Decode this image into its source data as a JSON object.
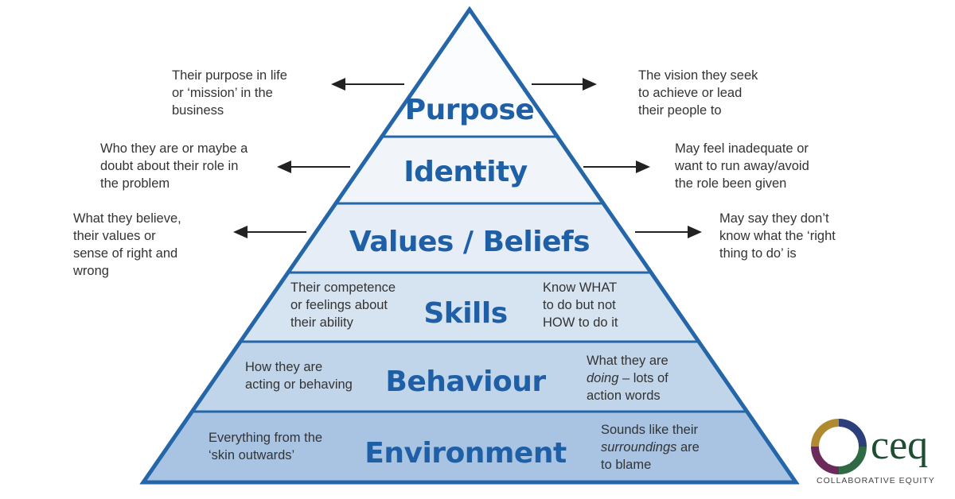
{
  "colors": {
    "border": "#2566a8",
    "label": "#1f5fa6",
    "purpose": "#fbfcfe",
    "identity": "#f1f5fa",
    "values": "#e6edf6",
    "skills": "#d6e3f0",
    "behaviour": "#c1d5ea",
    "environment": "#a8c4e2"
  },
  "levels": [
    {
      "label": "Purpose",
      "left": "Their purpose in life\nor ‘mission’ in the\nbusiness",
      "right": "The vision they seek\nto achieve or lead\ntheir people to"
    },
    {
      "label": "Identity",
      "left": "Who they are or maybe a\ndoubt about their role in\nthe problem",
      "right": "May feel inadequate or\nwant to run away/avoid\nthe role been given"
    },
    {
      "label": "Values / Beliefs",
      "left": "What they believe,\ntheir values or\nsense of right and\nwrong",
      "right": "May say they don’t\nknow what the ‘right\nthing to do’ is"
    },
    {
      "label": "Skills",
      "left": "Their competence\nor feelings about\ntheir ability",
      "right": "Know WHAT\nto do but not\nHOW to do it"
    },
    {
      "label": "Behaviour",
      "left": "How they are\nacting or behaving",
      "right_pre": "What they are\n",
      "right_em": "doing",
      "right_post": " – lots of\naction words"
    },
    {
      "label": "Environment",
      "left": "Everything from the\n‘skin outwards’",
      "right_pre": "Sounds like their\n",
      "right_em": "surroundings",
      "right_post": " are\nto blame"
    }
  ],
  "logo": {
    "name": "ceq",
    "subtitle": "COLLABORATIVE EQUITY"
  }
}
